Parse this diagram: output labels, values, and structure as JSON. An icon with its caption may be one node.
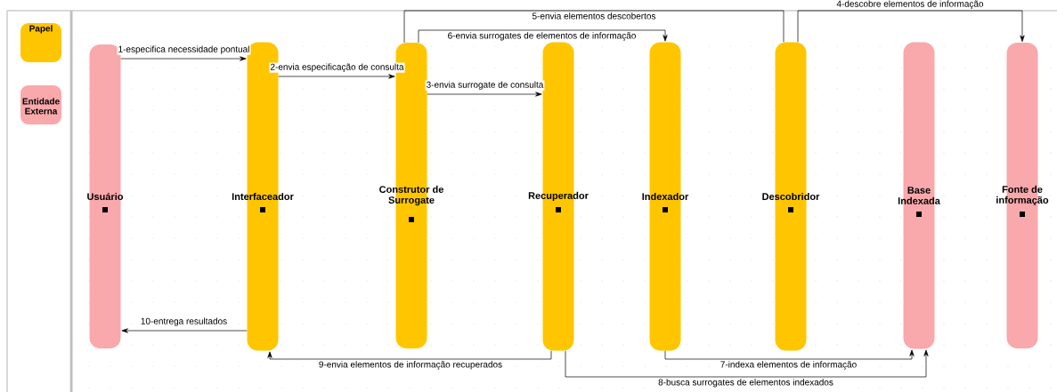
{
  "diagram": {
    "nodes": [
      {
        "text": [
          "Usuário"
        ]
      },
      {
        "text": [
          "Interfaceador"
        ]
      },
      {
        "text": [
          "Construtor de Surrogate"
        ]
      },
      {
        "text": [
          "Recuperador"
        ]
      },
      {
        "text": [
          "Indexador"
        ]
      },
      {
        "text": [
          "Descobridor"
        ]
      },
      {
        "text": [
          "Base Indexada"
        ]
      },
      {
        "text": [
          "Fonte de informação"
        ]
      }
    ],
    "edges": [
      {
        "from": 0,
        "to": 1,
        "arrow": "to",
        "label": "1-especifica necessidade pontual"
      },
      {
        "from": 1,
        "to": 2,
        "arrow": "to",
        "label": "2-envia especificação de consulta"
      },
      {
        "from": 2,
        "to": 3,
        "arrow": "to",
        "label": "3-envia surrogate de consulta"
      },
      {
        "from": 5,
        "to": 7,
        "arrow": "to",
        "label": "4-descobre elementos de informação"
      },
      {
        "from": 5,
        "to": 2,
        "arrow": "none",
        "label": "5-envia elementos descobertos"
      },
      {
        "from": 2,
        "to": 4,
        "arrow": "to",
        "label": "6-envia surrogates de elementos de informação"
      },
      {
        "from": 4,
        "to": 6,
        "arrow": "to",
        "label": "7-indexa elementos de informação"
      },
      {
        "from": 3,
        "to": 6,
        "arrow": "to",
        "label": "8-busca surrogates de elementos indexados"
      },
      {
        "from": 3,
        "to": 1,
        "arrow": "to",
        "label": "9-envia elementos de informação recuperados"
      },
      {
        "from": 1,
        "to": 0,
        "arrow": "to",
        "label": "10-entrega resultados"
      }
    ],
    "legend": [
      {
        "text": "Papel",
        "color": "#ffc600"
      },
      {
        "text": "Entidade Externa",
        "color": "#f9a8ab"
      }
    ]
  }
}
